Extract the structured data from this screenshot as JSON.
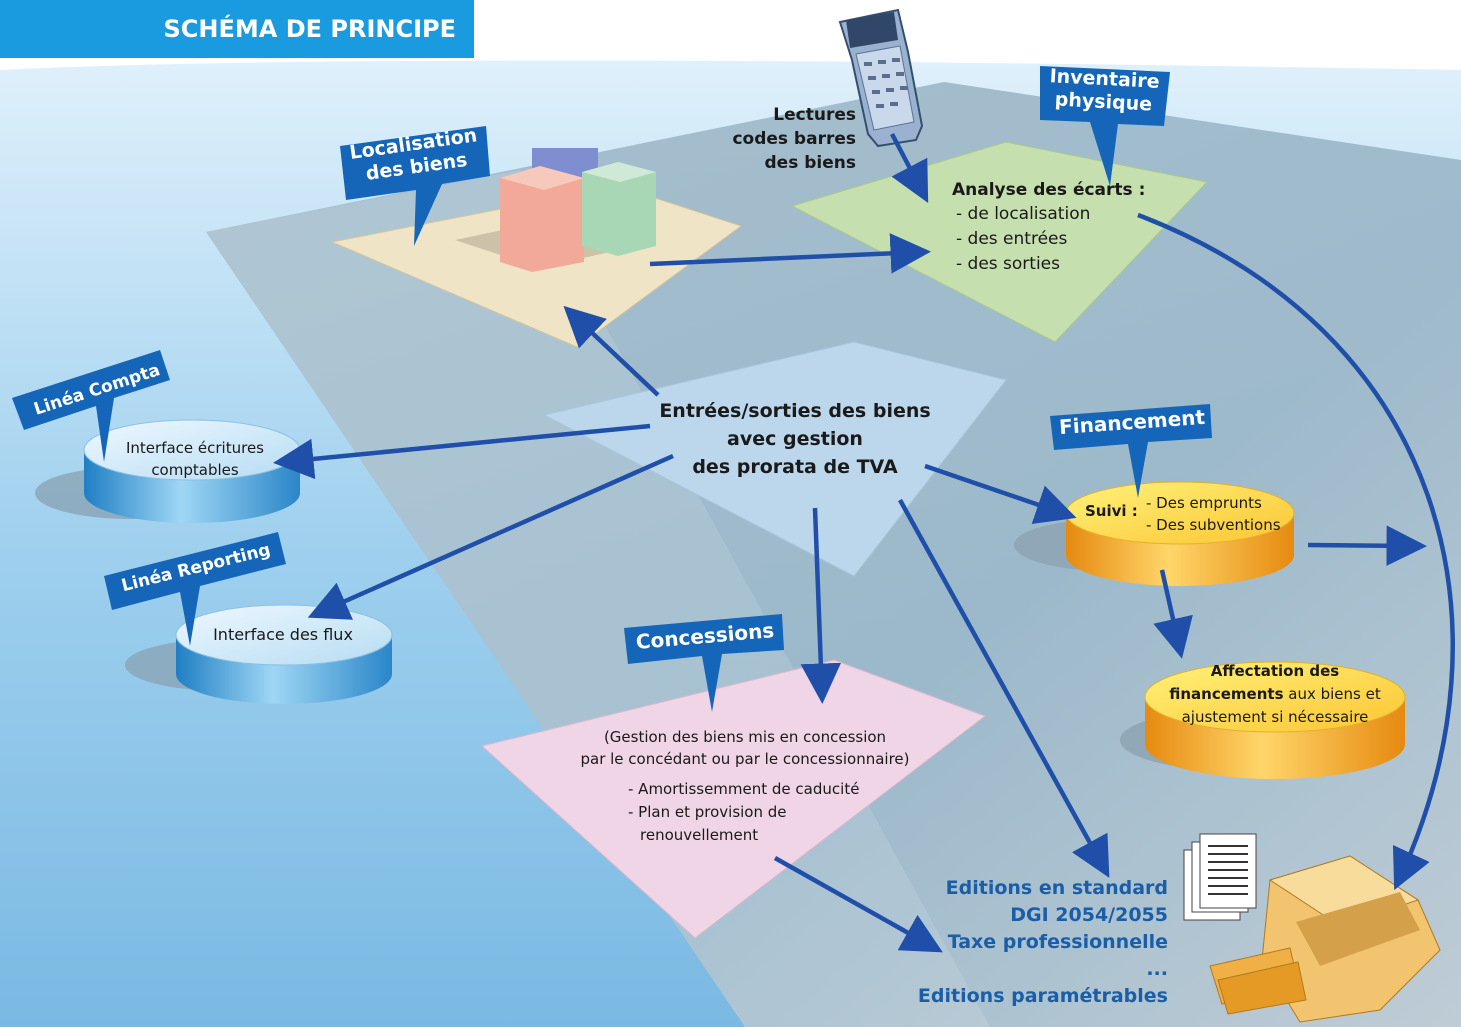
{
  "header": {
    "title": "SCHÉMA DE PRINCIPE"
  },
  "tags": {
    "localisation": [
      "Localisation",
      "des biens"
    ],
    "inventaire": [
      "Inventaire",
      "physique"
    ],
    "linea_compta": "Linéa Compta",
    "linea_reporting": "Linéa Reporting",
    "financement": "Financement",
    "concessions": "Concessions"
  },
  "scanner": {
    "lines": [
      "Lectures",
      "codes barres",
      "des biens"
    ]
  },
  "ecarts": {
    "title": "Analyse des écarts :",
    "items": [
      "- de localisation",
      "- des entrées",
      "- des sorties"
    ]
  },
  "center": {
    "lines": [
      "Entrées/sorties des biens",
      "avec gestion",
      "des prorata de TVA"
    ]
  },
  "compta": {
    "lines": [
      "Interface écritures",
      "comptables"
    ]
  },
  "reporting": {
    "text": "Interface des flux"
  },
  "suivi": {
    "label": "Suivi :",
    "items": [
      "- Des emprunts",
      "- Des subventions"
    ]
  },
  "affectation": {
    "bold": [
      "Affectation des",
      "financements"
    ],
    "rest": [
      " aux biens et",
      "ajustement si nécessaire"
    ]
  },
  "concessions_panel": {
    "intro": [
      "(Gestion des biens mis en concession",
      "par le concédant ou par le concessionnaire)"
    ],
    "items": [
      "- Amortissemment de caducité",
      "- Plan et provision de",
      "renouvellement"
    ]
  },
  "editions": {
    "lines": [
      "Editions en standard",
      "DGI 2054/2055",
      "Taxe professionnelle",
      "...",
      "Editions paramétrables"
    ]
  },
  "colors": {
    "header": "#1a9be0",
    "arrow": "#1f4fa8",
    "tag": "#1566b8",
    "edition_text": "#1a5ea8"
  }
}
